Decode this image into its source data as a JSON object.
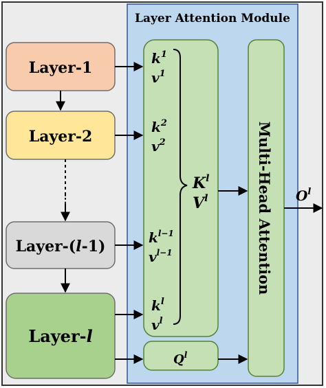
{
  "module_title": "Layer Attention Module",
  "layers": [
    {
      "prefix": "Layer-1",
      "ital": "",
      "suffix": ""
    },
    {
      "prefix": "Layer-2",
      "ital": "",
      "suffix": ""
    },
    {
      "prefix": "Layer-(",
      "ital": "l",
      "suffix": "-1)"
    },
    {
      "prefix": "Layer-",
      "ital": "l",
      "suffix": ""
    }
  ],
  "ellipsis": "⋮",
  "kv_pairs": [
    {
      "k": "k",
      "k_sup": "1",
      "v": "v",
      "v_sup": "1"
    },
    {
      "k": "k",
      "k_sup": "2",
      "v": "v",
      "v_sup": "2"
    },
    {
      "k": "k",
      "k_sup": "l−1",
      "v": "v",
      "v_sup": "l−1"
    },
    {
      "k": "k",
      "k_sup": "l",
      "v": "v",
      "v_sup": "l"
    }
  ],
  "K_label": "K",
  "K_sup": "l",
  "V_label": "V",
  "V_sup": "l",
  "Q_label": "Q",
  "Q_sup": "l",
  "mha_label": "Multi-Head Attention",
  "output_label": "O",
  "output_sup": "l",
  "colors": {
    "outer_bg": "#ececec",
    "module_bg": "#bdd7ee",
    "module_border": "#2f5597",
    "green_box": "#c5e0b4",
    "green_box_border": "#548235",
    "layer1_fill": "#f8cbad",
    "layer2_fill": "#ffe699",
    "layer3_fill": "#d9d9d9",
    "layer4_fill": "#a9d18e",
    "layer_border": "#6e6e6e"
  }
}
